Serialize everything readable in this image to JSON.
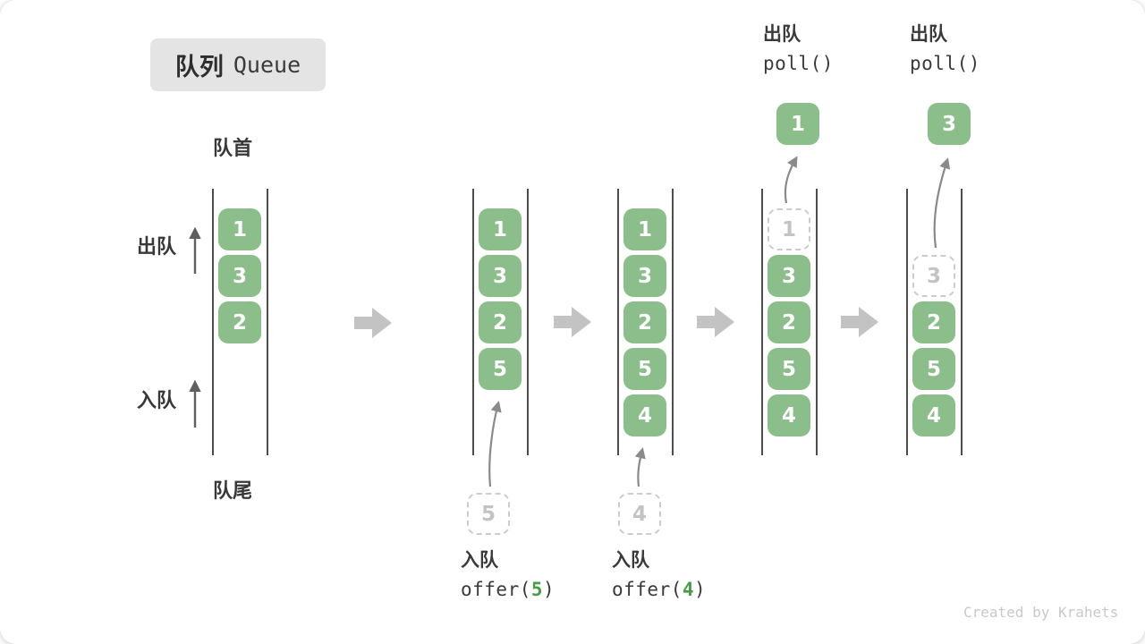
{
  "title": {
    "zh": "队列",
    "en": "Queue"
  },
  "side_labels": {
    "front": "队首",
    "rear": "队尾",
    "dequeue": "出队",
    "enqueue": "入队"
  },
  "watermark": "Created by Krahets",
  "colors": {
    "item_green": "#8cbe8c",
    "code_green": "#4a9c4a",
    "arrow_gray": "#8a8a8a",
    "block_arrow_gray": "#c3c3c3",
    "dashed_border": "#cccccc",
    "text_dark": "#383838",
    "badge_bg": "#e4e4e4"
  },
  "queue_states": [
    {
      "items": [
        {
          "value": "1",
          "slot": 0,
          "dashed": false
        },
        {
          "value": "3",
          "slot": 1,
          "dashed": false
        },
        {
          "value": "2",
          "slot": 2,
          "dashed": false
        }
      ]
    },
    {
      "items": [
        {
          "value": "1",
          "slot": 0,
          "dashed": false
        },
        {
          "value": "3",
          "slot": 1,
          "dashed": false
        },
        {
          "value": "2",
          "slot": 2,
          "dashed": false
        },
        {
          "value": "5",
          "slot": 3,
          "dashed": false
        }
      ],
      "pending_item": {
        "value": "5"
      },
      "caption": {
        "position": "bottom",
        "label": "入队",
        "code_prefix": "offer(",
        "code_arg": "5",
        "code_suffix": ")"
      }
    },
    {
      "items": [
        {
          "value": "1",
          "slot": 0,
          "dashed": false
        },
        {
          "value": "3",
          "slot": 1,
          "dashed": false
        },
        {
          "value": "2",
          "slot": 2,
          "dashed": false
        },
        {
          "value": "5",
          "slot": 3,
          "dashed": false
        },
        {
          "value": "4",
          "slot": 4,
          "dashed": false
        }
      ],
      "pending_item": {
        "value": "4"
      },
      "caption": {
        "position": "bottom",
        "label": "入队",
        "code_prefix": "offer(",
        "code_arg": "4",
        "code_suffix": ")"
      }
    },
    {
      "items": [
        {
          "value": "1",
          "slot": 0,
          "dashed": true
        },
        {
          "value": "3",
          "slot": 1,
          "dashed": false
        },
        {
          "value": "2",
          "slot": 2,
          "dashed": false
        },
        {
          "value": "5",
          "slot": 3,
          "dashed": false
        },
        {
          "value": "4",
          "slot": 4,
          "dashed": false
        }
      ],
      "removed_item": {
        "value": "1"
      },
      "caption": {
        "position": "top",
        "label": "出队",
        "code": "poll()"
      }
    },
    {
      "items": [
        {
          "value": "3",
          "slot": 1,
          "dashed": true
        },
        {
          "value": "2",
          "slot": 2,
          "dashed": false
        },
        {
          "value": "5",
          "slot": 3,
          "dashed": false
        },
        {
          "value": "4",
          "slot": 4,
          "dashed": false
        }
      ],
      "removed_item": {
        "value": "3"
      },
      "caption": {
        "position": "top",
        "label": "出队",
        "code": "poll()"
      }
    }
  ]
}
